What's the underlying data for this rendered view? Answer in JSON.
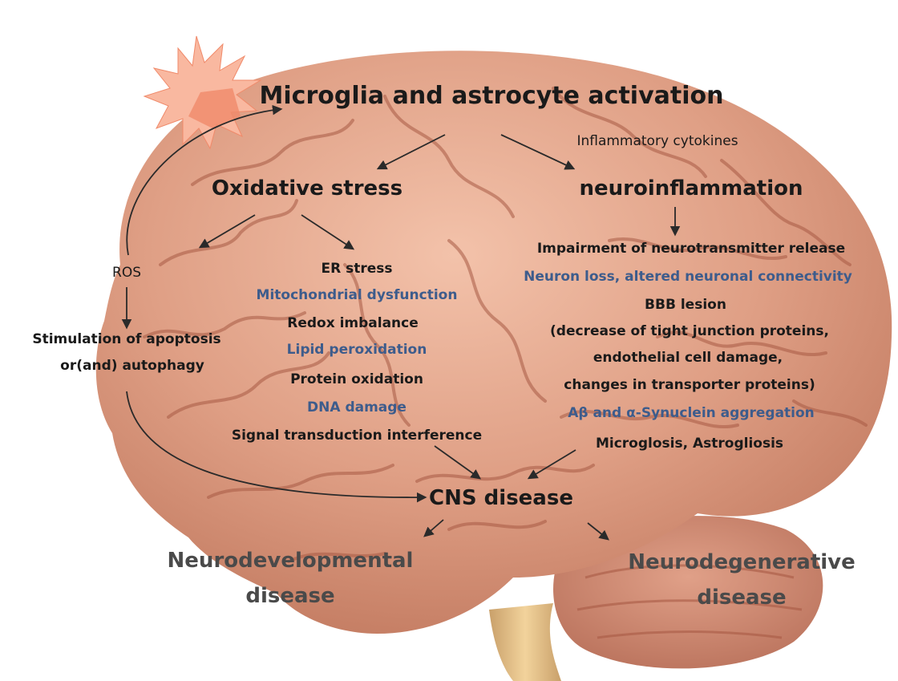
{
  "colors": {
    "brain_base": "#d8957a",
    "brain_light": "#f0b9a0",
    "brain_shadow": "#b86a52",
    "sulcus": "#a85a44",
    "cerebellum": "#c9826a",
    "stem": "#e8c28a",
    "burst_outer": "#f9b8a0",
    "burst_inner": "#f08a6a",
    "text_dark": "#1a1a1a",
    "text_blue": "#3d5c8c",
    "text_gray": "#4a4a4a",
    "arrow": "#2a2a2a"
  },
  "diagram": {
    "top": "Microglia and astrocyte activation",
    "cytokines": "Inflammatory cytokines",
    "oxidative": "Oxidative stress",
    "neuroinflammation": "neuroinflammation",
    "ros": "ROS",
    "apoptosis_1": "Stimulation of  apoptosis",
    "apoptosis_2": "or(and) autophagy",
    "ox_items": [
      {
        "text": "ER stress",
        "color": "dark"
      },
      {
        "text": "Mitochondrial  dysfunction",
        "color": "blue"
      },
      {
        "text": "Redox imbalance",
        "color": "dark"
      },
      {
        "text": "Lipid peroxidation",
        "color": "blue"
      },
      {
        "text": "Protein oxidation",
        "color": "dark"
      },
      {
        "text": "DNA damage",
        "color": "blue"
      },
      {
        "text": "Signal transduction  interference",
        "color": "dark"
      }
    ],
    "neuro_items": [
      {
        "text": "Impairment of neurotransmitter  release",
        "color": "dark"
      },
      {
        "text": "Neuron loss, altered neuronal connectivity",
        "color": "blue"
      },
      {
        "text": "BBB lesion",
        "color": "dark"
      },
      {
        "text": "(decrease of tight junction proteins,",
        "color": "dark"
      },
      {
        "text": "endothelial  cell damage,",
        "color": "dark"
      },
      {
        "text": "changes in transporter  proteins)",
        "color": "dark"
      },
      {
        "text": "Aβ and α-Synuclein aggregation",
        "color": "blue"
      },
      {
        "text": "Microglosis,  Astrogliosis",
        "color": "dark"
      }
    ],
    "cns": "CNS disease",
    "dev_1": "Neurodevelopmental",
    "dev_2": "disease",
    "degen_1": "Neurodegenerative",
    "degen_2": "disease"
  }
}
